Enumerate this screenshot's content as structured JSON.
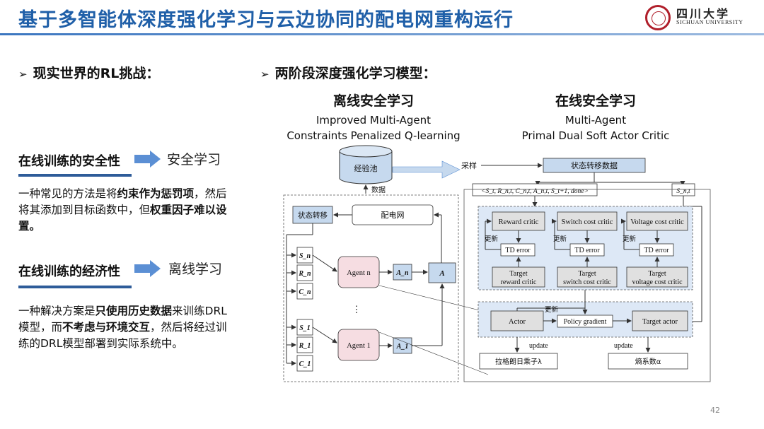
{
  "header": {
    "title": "基于多智能体深度强化学习与云边协同的配电网重构运行",
    "logo_cn": "四川大学",
    "logo_en": "SICHUAN UNIVERSITY"
  },
  "left": {
    "heading": "现实世界的RL挑战：",
    "challenge1": {
      "label": "在线训练的安全性",
      "solution": "安全学习",
      "p1": "一种常见的方法是将",
      "b1": "约束作为惩罚项",
      "p2": "，然后将其添加到目标函数中，但",
      "b2": "权重因子难以设置。"
    },
    "challenge2": {
      "label": "在线训练的经济性",
      "solution": "离线学习",
      "p1": "一种解决方案是",
      "b1": "只使用历史数据",
      "p2": "来训练DRL模型，而",
      "b2": "不考虑与环境交互",
      "p3": "，然后将经过训练的DRL模型部署到实际系统中。"
    }
  },
  "right": {
    "heading": "两阶段深度强化学习模型：",
    "offline": {
      "title": "离线安全学习",
      "line1": "Improved Multi-Agent",
      "line2": "Constraints Penalized Q-learning"
    },
    "online": {
      "title": "在线安全学习",
      "line1": "Multi-Agent",
      "line2": "Primal Dual Soft Actor Critic"
    }
  },
  "diagram": {
    "replay": "经验池",
    "sample": "采样",
    "transition_data": "状态转移数据",
    "data": "数据",
    "tuple": "<S_t, R_n,t, C_n,t, A_n,t, S_t+1, done>",
    "s_next": "S_n,t",
    "state_transition": "状态转移",
    "grid": "配电网",
    "agent_n": "Agent n",
    "agent_1": "Agent 1",
    "dots": "⋮",
    "sn": "S_n",
    "rn": "R_n",
    "cn": "C_n",
    "an": "A_n",
    "s1": "S_1",
    "r1": "R_1",
    "c1": "C_1",
    "a1": "A_1",
    "a_all": "A",
    "critics": [
      {
        "name": "Reward critic",
        "target": [
          "Target",
          "reward critic"
        ]
      },
      {
        "name": "Switch cost critic",
        "target": [
          "Target",
          "switch cost critic"
        ]
      },
      {
        "name": "Voltage cost critic",
        "target": [
          "Target",
          "voltage cost critic"
        ]
      }
    ],
    "td_error": "TD error",
    "update_cn": "更新",
    "actor": "Actor",
    "policy_gradient": "Policy gradient",
    "target_actor": "Target actor",
    "update_en": "update",
    "lagrange": "拉格朗日乘子λ",
    "entropy": "熵系数α"
  },
  "page_number": "42",
  "colors": {
    "title_blue": "#1f5fa8",
    "box_blue": "#c6d9ee",
    "agent_pink": "#f6dde2",
    "panel_blue": "#dde8f6",
    "arrow_blue": "#5b8fd4"
  }
}
